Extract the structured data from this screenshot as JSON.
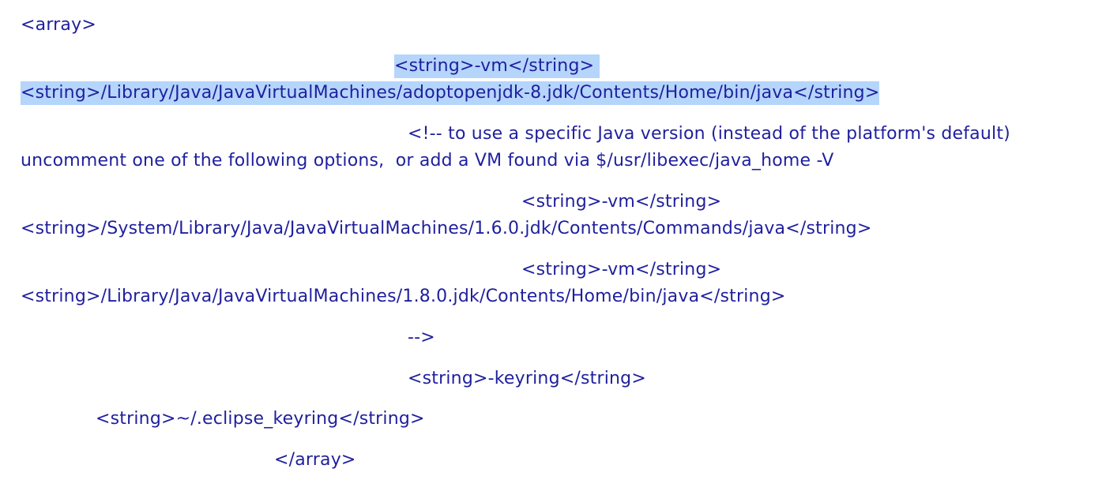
{
  "document": {
    "lines": [
      "<array>",
      "<string>-vm</string> ",
      "<string>/Library/Java/JavaVirtualMachines/adoptopenjdk-8.jdk/Contents/Home/bin/java</string>",
      "<!-- to use a specific Java version (instead of the platform's default)",
      "uncomment one of the following options,  or add a VM found via $/usr/libexec/java_home -V",
      "<string>-vm</string>",
      "<string>/System/Library/Java/JavaVirtualMachines/1.6.0.jdk/Contents/Commands/java</string>",
      "<string>-vm</string>",
      "<string>/Library/Java/JavaVirtualMachines/1.8.0.jdk/Contents/Home/bin/java</string>",
      "-->",
      "<string>-keyring</string>",
      "<string>~/.eclipse_keyring</string>",
      "</array>"
    ],
    "colors": {
      "text": "#1f1f9e",
      "selection_highlight": "#b5d5fb",
      "background": "#ffffff"
    }
  }
}
